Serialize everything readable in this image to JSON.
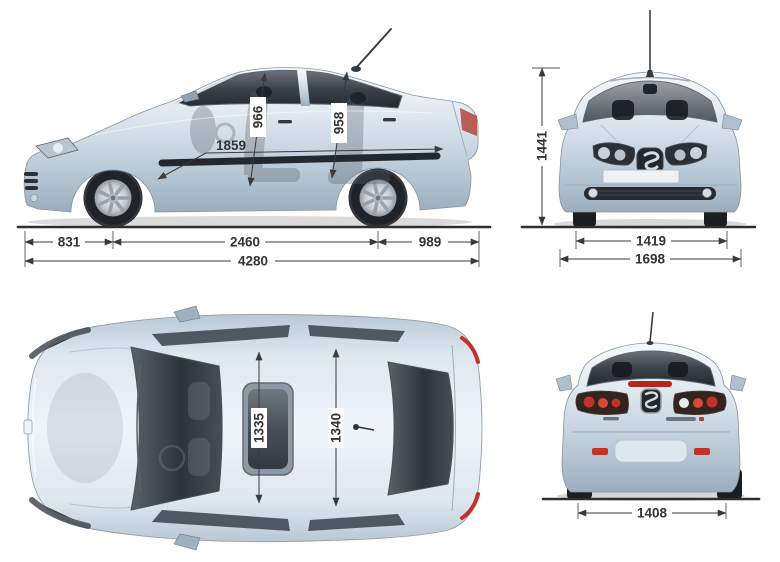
{
  "colors": {
    "dimension_line": "#3a3a3a",
    "ground_line": "#2e2e2e",
    "body_highlight": "#f4f8fb",
    "body_shade": "#9badbd",
    "glass": "#2c343b",
    "tail_red": "#c23227",
    "background": "#ffffff"
  },
  "views": {
    "side": {
      "front_overhang": "831",
      "wheelbase": "2460",
      "rear_overhang": "989",
      "overall_length": "4280",
      "interior_length": "1859",
      "front_headroom": "966",
      "rear_headroom": "958"
    },
    "front": {
      "overall_height": "1441",
      "front_track": "1419",
      "overall_width": "1698"
    },
    "top": {
      "front_cabin_width": "1335",
      "rear_cabin_width": "1340"
    },
    "rear": {
      "rear_track": "1408"
    }
  }
}
